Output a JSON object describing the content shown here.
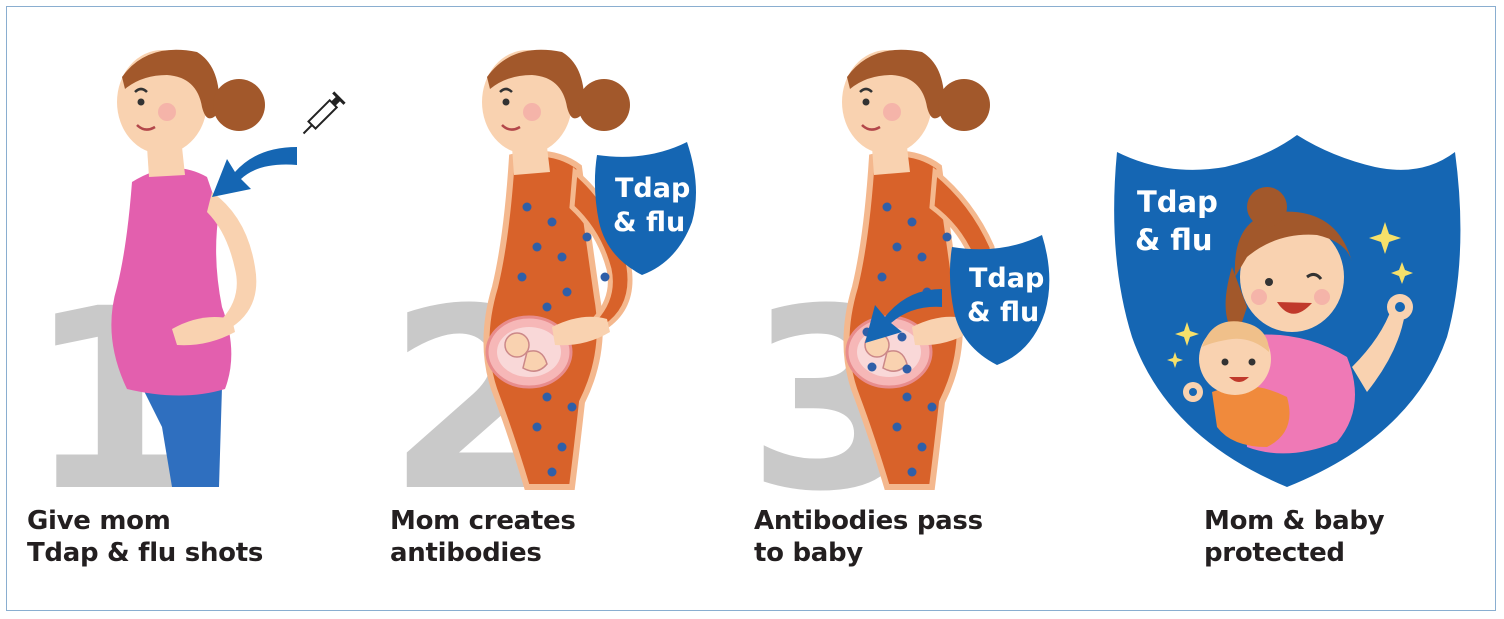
{
  "steps": [
    {
      "number": "1",
      "caption_line1": "Give mom",
      "caption_line2": "Tdap & flu shots"
    },
    {
      "number": "2",
      "caption_line1": "Mom creates",
      "caption_line2": "antibodies",
      "shield_line1": "Tdap",
      "shield_line2": "& flu"
    },
    {
      "number": "3",
      "caption_line1": "Antibodies pass",
      "caption_line2": "to baby",
      "shield_line1": "Tdap",
      "shield_line2": "& flu"
    },
    {
      "caption_line1": "Mom & baby",
      "caption_line2": "protected",
      "shield_line1": "Tdap",
      "shield_line2": "& flu"
    }
  ],
  "colors": {
    "numeral": "#c9c9c9",
    "shirt_pink": "#e35fae",
    "pants_blue": "#2f6fbf",
    "body_orange": "#d8622a",
    "body_outline": "#f4b88e",
    "shield_blue": "#1566b3",
    "skin": "#f9d2b0",
    "hair": "#a2582b",
    "caption_text": "#231f20"
  },
  "icons": [
    "syringe-icon",
    "curved-arrow-icon",
    "shield-icon",
    "sparkle-icon",
    "fetus-icon"
  ]
}
